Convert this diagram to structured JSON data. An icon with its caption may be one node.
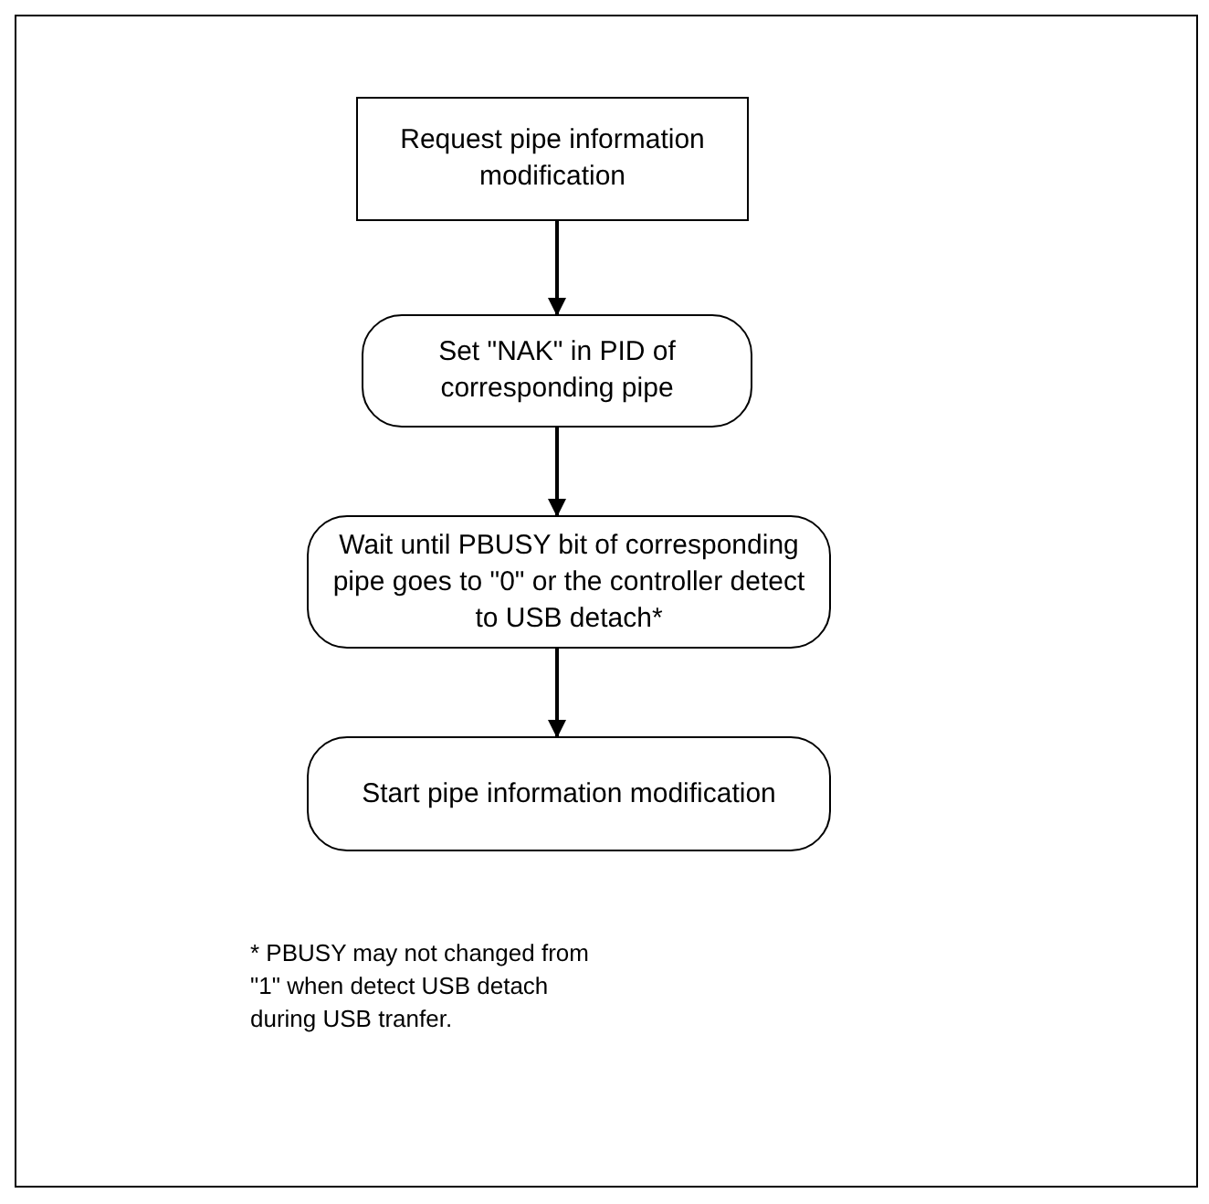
{
  "diagram": {
    "nodes": [
      {
        "text": [
          "Request pipe information modification"
        ]
      },
      {
        "text": [
          "Set \"NAK\" in PID of corresponding pipe"
        ]
      },
      {
        "text": [
          "Wait until PBUSY bit of corresponding pipe goes to \"0\" or the controller detect to USB detach*"
        ]
      },
      {
        "text": [
          "Start pipe information modification"
        ]
      }
    ],
    "edges": [
      {
        "from": 0,
        "to": 1,
        "arrow": "to"
      },
      {
        "from": 1,
        "to": 2,
        "arrow": "to"
      },
      {
        "from": 2,
        "to": 3,
        "arrow": "to"
      }
    ],
    "labels": [
      "* PBUSY may not changed from \"1\" when detect USB detach during USB tranfer."
    ]
  }
}
